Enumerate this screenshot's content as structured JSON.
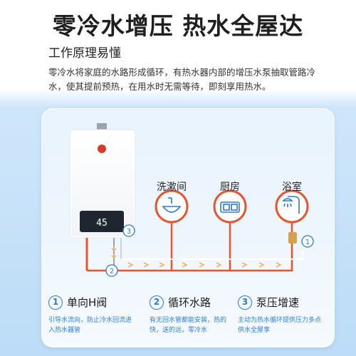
{
  "headline": "零冷水增压 热水全屋达",
  "sub_heading": "工作原理易懂",
  "intro": "零冷水将家庭的水路形成循环，有热水器内部的增压水泵抽取管路冷水，使其提前预热，在用水时无需等待，即刻享用热水。",
  "heater": {
    "display": "45"
  },
  "rooms": [
    {
      "label": "洗漱间",
      "icon": "washbasin-icon"
    },
    {
      "label": "厨房",
      "icon": "kitchen-sink-icon"
    },
    {
      "label": "浴室",
      "icon": "shower-icon"
    }
  ],
  "markers": [
    "1",
    "2",
    "3"
  ],
  "features": [
    {
      "num": "1",
      "title": "单向H阀",
      "desc": "引导水流向，防止冷水回流进入热水器管"
    },
    {
      "num": "2",
      "title": "循环水路",
      "desc": "有无回水管都能安装，热的快，送的远，零冷水"
    },
    {
      "num": "3",
      "title": "泵压增速",
      "desc": "主动为热水循环提供压力多点供水全屋享"
    }
  ],
  "colors": {
    "hot_pipe": "#e8542f",
    "flow_arrow": "#f3b36b",
    "accent": "#2a7cd6",
    "ring": "#e8542f"
  }
}
